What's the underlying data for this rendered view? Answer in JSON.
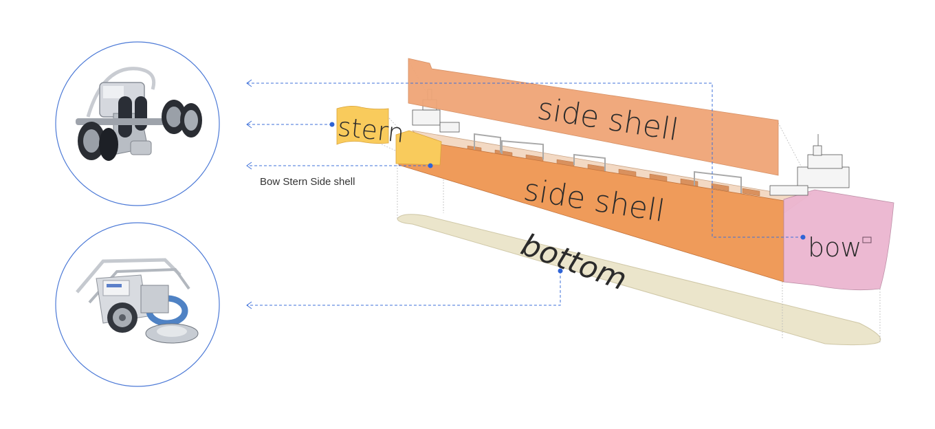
{
  "caption": "Bow Stern Side shell",
  "labels": {
    "side_shell_top": "side shell",
    "side_shell_hull": "side shell",
    "stern": "stern",
    "bow": "bow",
    "bottom": "bottom"
  },
  "colors": {
    "side_shell": "#f0a577",
    "hull": "#ef9b5a",
    "stern": "#f9cb5c",
    "bow": "#ecb6d0",
    "bottom": "#ebe5cb",
    "leader": "#3d6fd9",
    "circle": "#4a78d6"
  },
  "icons": [
    "crawler-robot-icon",
    "compact-crawler-robot-icon"
  ]
}
